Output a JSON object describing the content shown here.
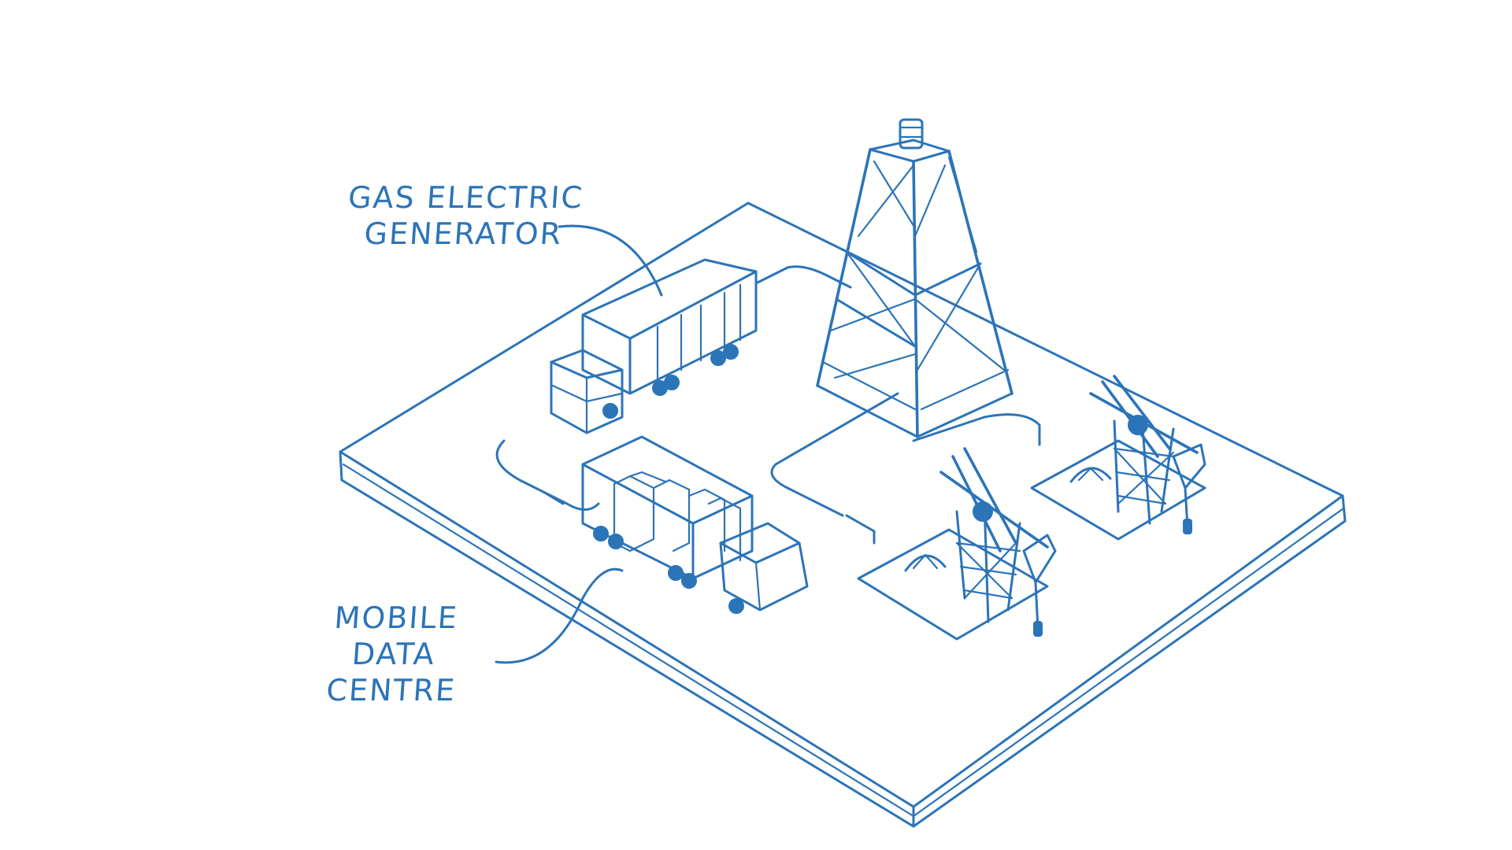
{
  "labels": {
    "generator": {
      "line1": "GAS ELECTRIC",
      "line2": "GENERATOR"
    },
    "data_centre": {
      "line1": "MOBILE",
      "line2": "DATA CENTRE"
    }
  },
  "colors": {
    "ink": "#2c74b8",
    "background": "#ffffff"
  }
}
